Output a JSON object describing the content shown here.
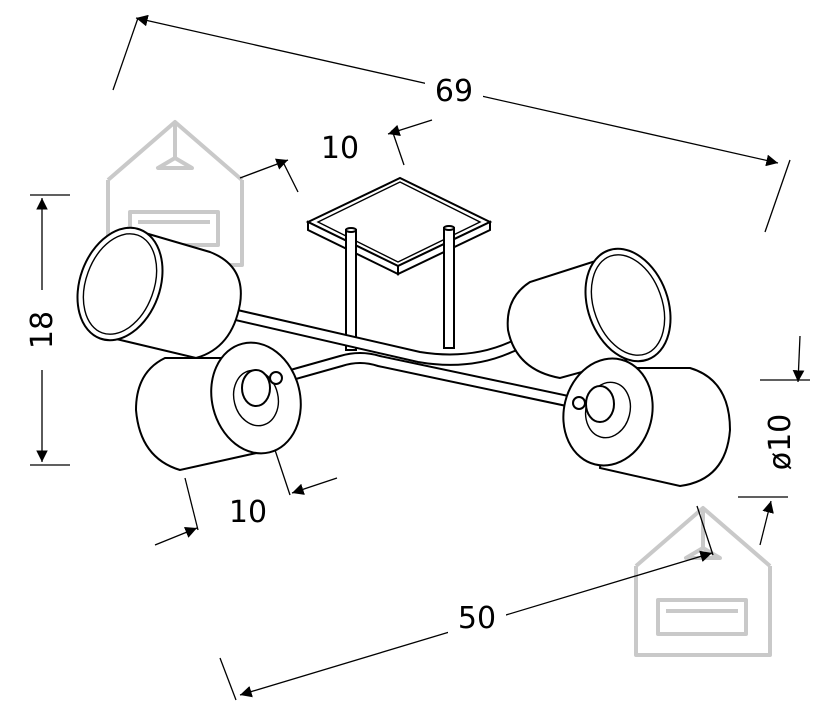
{
  "dimensions": {
    "width_total": "69",
    "canopy": "10",
    "height": "18",
    "shade_length": "10",
    "shade_diameter": "ø10",
    "arm_span": "50"
  },
  "colors": {
    "line": "#000000",
    "watermark": "#c9c9c9",
    "background": "#ffffff"
  }
}
